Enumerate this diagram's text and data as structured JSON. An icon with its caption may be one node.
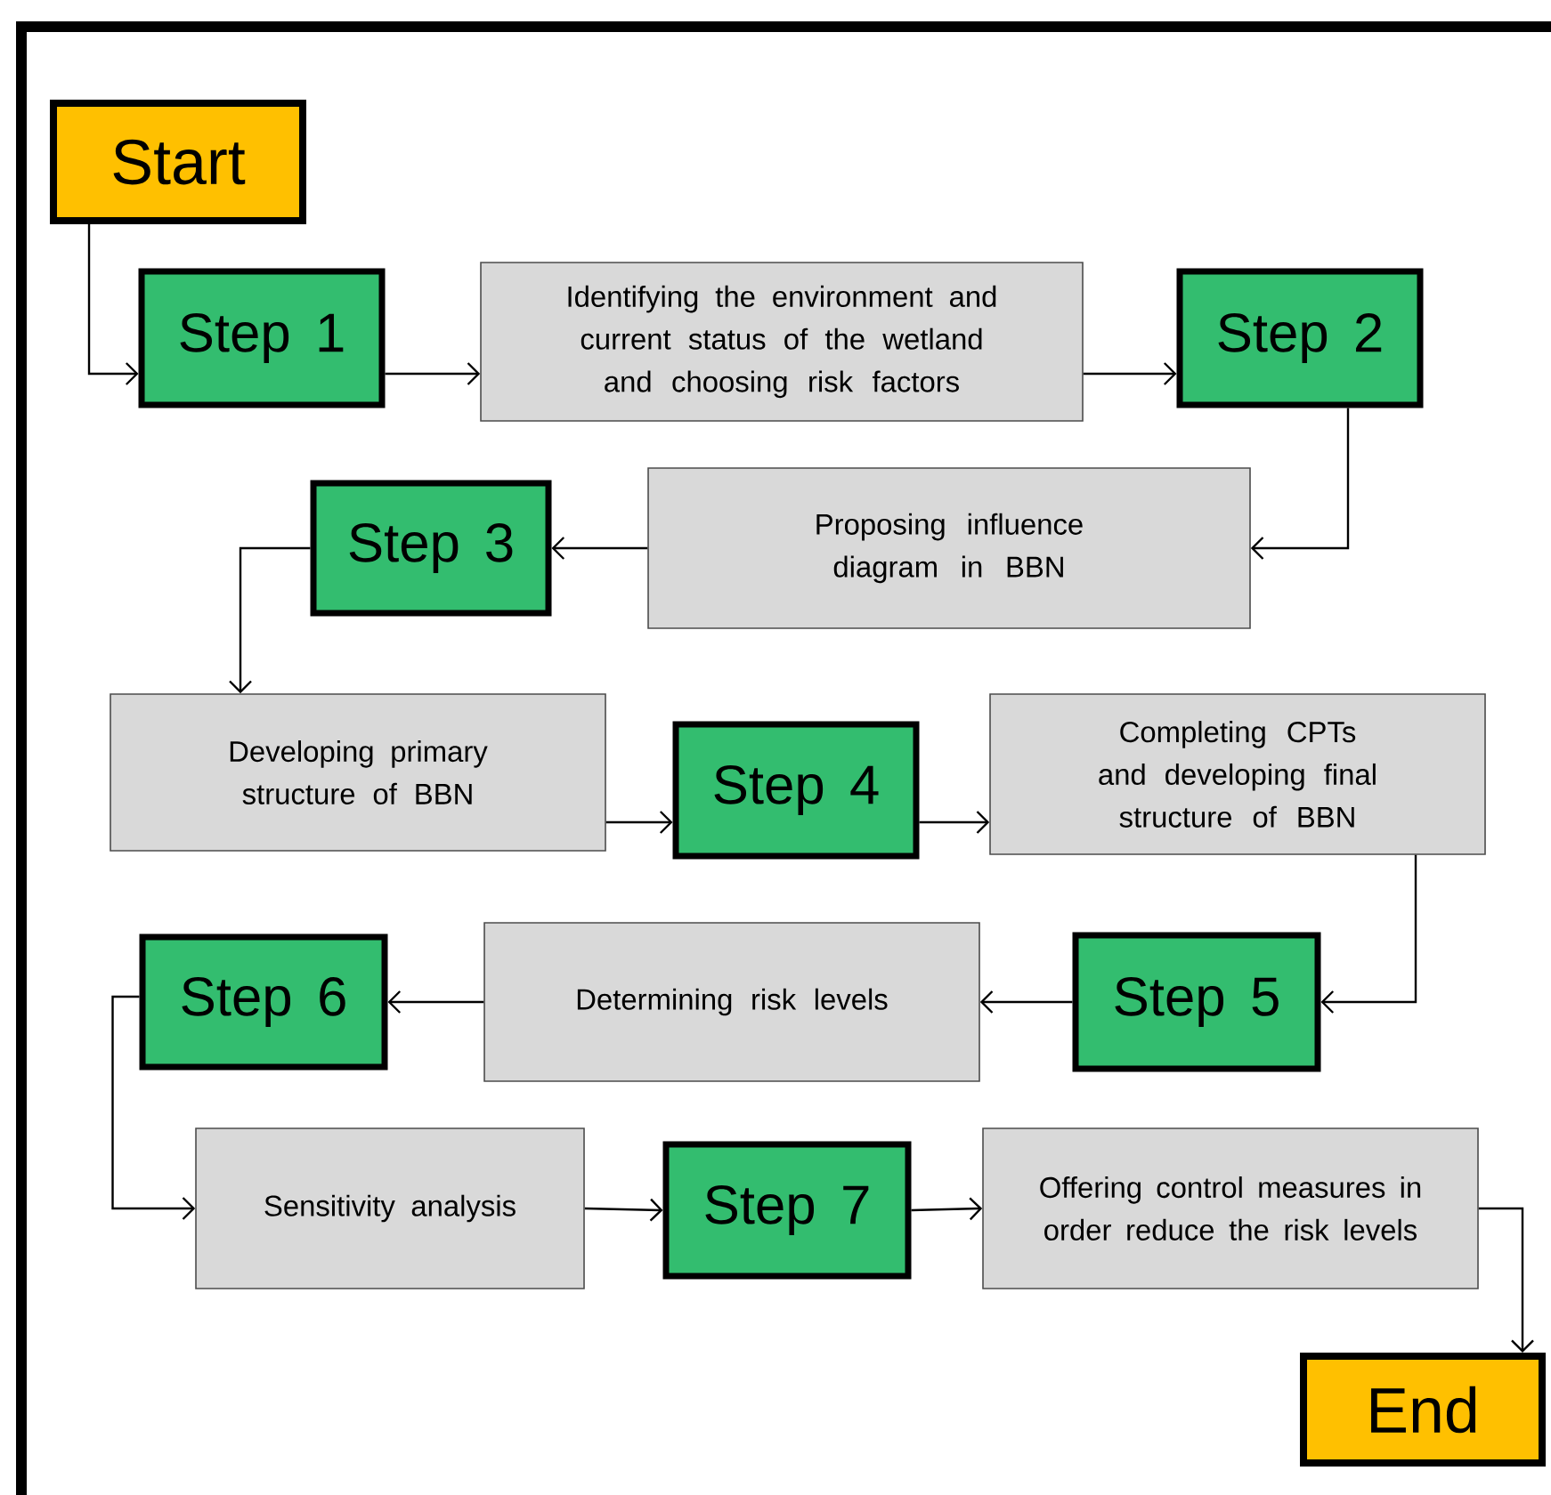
{
  "diagram": {
    "nodes": [
      {
        "text": [
          "Start"
        ]
      },
      {
        "text": [
          "Step 1"
        ]
      },
      {
        "text": [
          "Identifying the environment and current status of the wetland and choosing risk factors"
        ]
      },
      {
        "text": [
          "Step 2"
        ]
      },
      {
        "text": [
          "Proposing influence diagram in BBN"
        ]
      },
      {
        "text": [
          "Step 3"
        ]
      },
      {
        "text": [
          "Developing primary structure of BBN"
        ]
      },
      {
        "text": [
          "Step 4"
        ]
      },
      {
        "text": [
          "Completing CPTs and developing final structure of BBN"
        ]
      },
      {
        "text": [
          "Step 5"
        ]
      },
      {
        "text": [
          "Determining risk levels"
        ]
      },
      {
        "text": [
          "Step 6"
        ]
      },
      {
        "text": [
          "Sensitivity analysis"
        ]
      },
      {
        "text": [
          "Step 7"
        ]
      },
      {
        "text": [
          "Offering control measures in order reduce the risk levels"
        ]
      },
      {
        "text": [
          "End"
        ]
      }
    ],
    "edges": [
      {
        "from": 0,
        "to": 1,
        "arrow": "to"
      },
      {
        "from": 1,
        "to": 2,
        "arrow": "to"
      },
      {
        "from": 2,
        "to": 3,
        "arrow": "to"
      },
      {
        "from": 3,
        "to": 4,
        "arrow": "to"
      },
      {
        "from": 4,
        "to": 5,
        "arrow": "to"
      },
      {
        "from": 5,
        "to": 6,
        "arrow": "to"
      },
      {
        "from": 6,
        "to": 7,
        "arrow": "to"
      },
      {
        "from": 7,
        "to": 8,
        "arrow": "to"
      },
      {
        "from": 8,
        "to": 9,
        "arrow": "to"
      },
      {
        "from": 9,
        "to": 10,
        "arrow": "to"
      },
      {
        "from": 10,
        "to": 11,
        "arrow": "to"
      },
      {
        "from": 11,
        "to": 12,
        "arrow": "to"
      },
      {
        "from": 12,
        "to": 13,
        "arrow": "to"
      },
      {
        "from": 13,
        "to": 14,
        "arrow": "to"
      },
      {
        "from": 14,
        "to": 15,
        "arrow": "to"
      }
    ]
  }
}
